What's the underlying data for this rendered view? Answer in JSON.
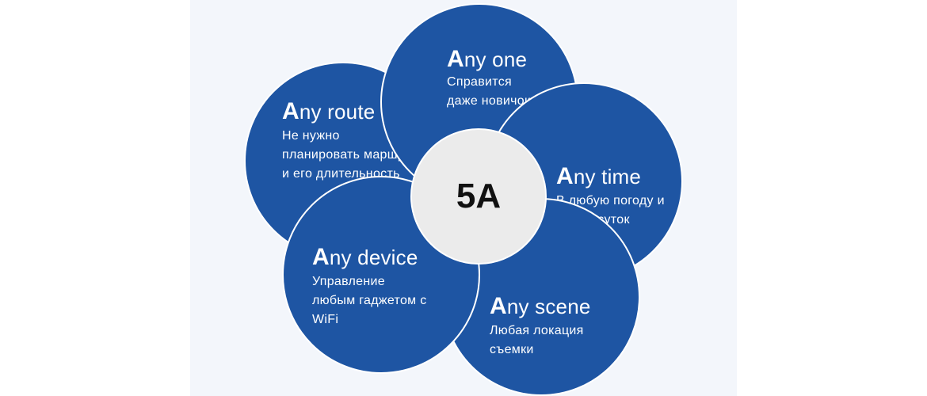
{
  "center_label": "5A",
  "petals": [
    {
      "key": "any-route",
      "title_cap": "A",
      "title_rest": "ny route",
      "description": "Не нужно\nпланировать маршрут\nи его длительность"
    },
    {
      "key": "any-one",
      "title_cap": "A",
      "title_rest": "ny one",
      "description": "Справится\nдаже новичок"
    },
    {
      "key": "any-time",
      "title_cap": "A",
      "title_rest": "ny time",
      "description": "В любую погоду и\nвремя суток"
    },
    {
      "key": "any-scene",
      "title_cap": "A",
      "title_rest": "ny scene",
      "description": "Любая локация\nсъемки"
    },
    {
      "key": "any-device",
      "title_cap": "A",
      "title_rest": "ny device",
      "description": "Управление\nлюбым гаджетом с\nWiFi"
    }
  ],
  "colors": {
    "petal": "#1e55a3",
    "center": "#ebebeb",
    "backdrop": "#f3f6fb",
    "text_on_petal": "#ffffff",
    "center_text": "#111111"
  }
}
